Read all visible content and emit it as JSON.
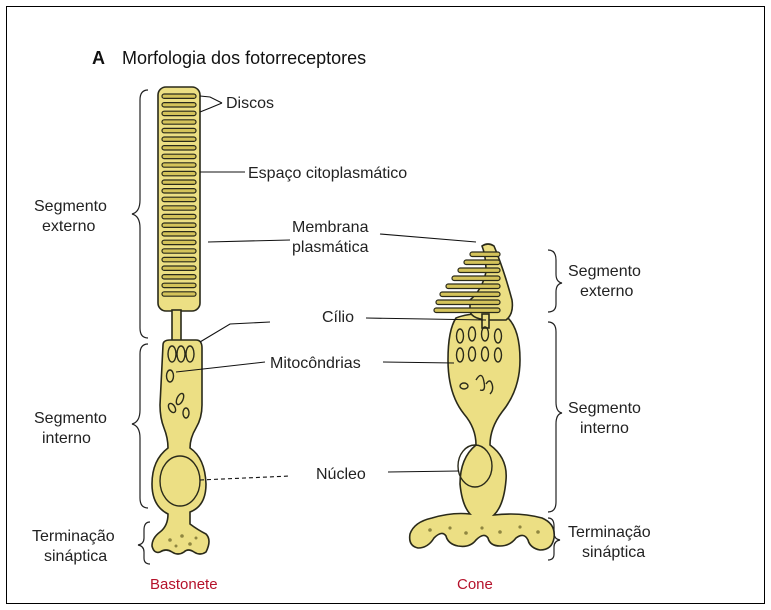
{
  "title": {
    "letter": "A",
    "text": "Morfologia dos fotorreceptores"
  },
  "labels": {
    "discos": "Discos",
    "espaco": "Espaço citoplasmático",
    "membrana_1": "Membrana",
    "membrana_2": "plasmática",
    "cilio": "Cílio",
    "mitocondrias": "Mitocôndrias",
    "nucleo": "Núcleo"
  },
  "left_regions": {
    "externo_1": "Segmento",
    "externo_2": "externo",
    "interno_1": "Segmento",
    "interno_2": "interno",
    "terminacao_1": "Terminação",
    "terminacao_2": "sináptica"
  },
  "right_regions": {
    "externo_1": "Segmento",
    "externo_2": "externo",
    "interno_1": "Segmento",
    "interno_2": "interno",
    "terminacao_1": "Terminação",
    "terminacao_2": "sináptica"
  },
  "captions": {
    "rod": "Bastonete",
    "cone": "Cone"
  },
  "colors": {
    "cell_fill": "#ecdf84",
    "caption": "#b5122b"
  }
}
